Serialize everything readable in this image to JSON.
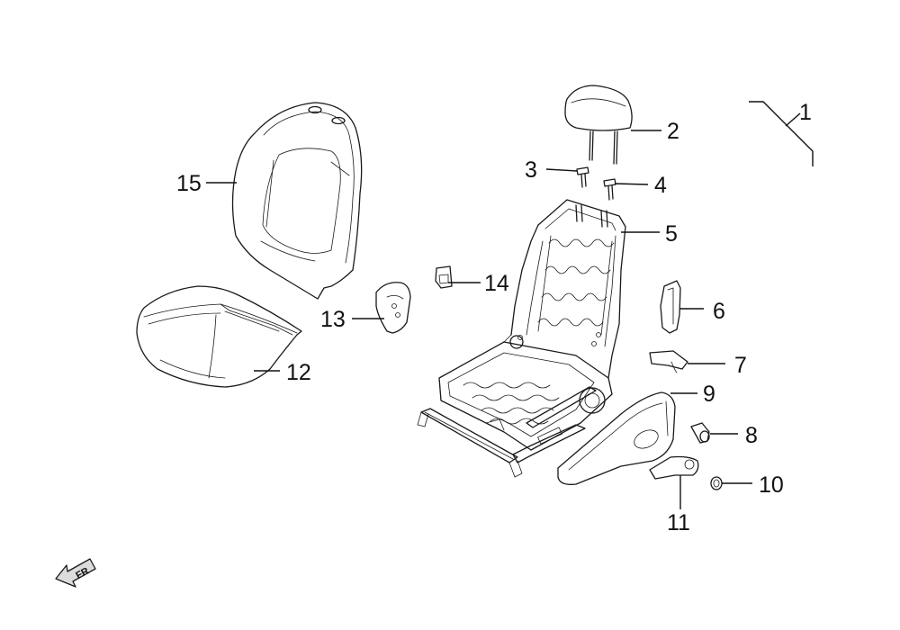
{
  "callouts": [
    {
      "id": "1",
      "label": "1"
    },
    {
      "id": "2",
      "label": "2"
    },
    {
      "id": "3",
      "label": "3"
    },
    {
      "id": "4",
      "label": "4"
    },
    {
      "id": "5",
      "label": "5"
    },
    {
      "id": "6",
      "label": "6"
    },
    {
      "id": "7",
      "label": "7"
    },
    {
      "id": "8",
      "label": "8"
    },
    {
      "id": "9",
      "label": "9"
    },
    {
      "id": "10",
      "label": "10"
    },
    {
      "id": "11",
      "label": "11"
    },
    {
      "id": "12",
      "label": "12"
    },
    {
      "id": "13",
      "label": "13"
    },
    {
      "id": "14",
      "label": "14"
    },
    {
      "id": "15",
      "label": "15"
    }
  ],
  "direction_marker": {
    "label": "FR",
    "icon": "front-arrow-icon"
  }
}
